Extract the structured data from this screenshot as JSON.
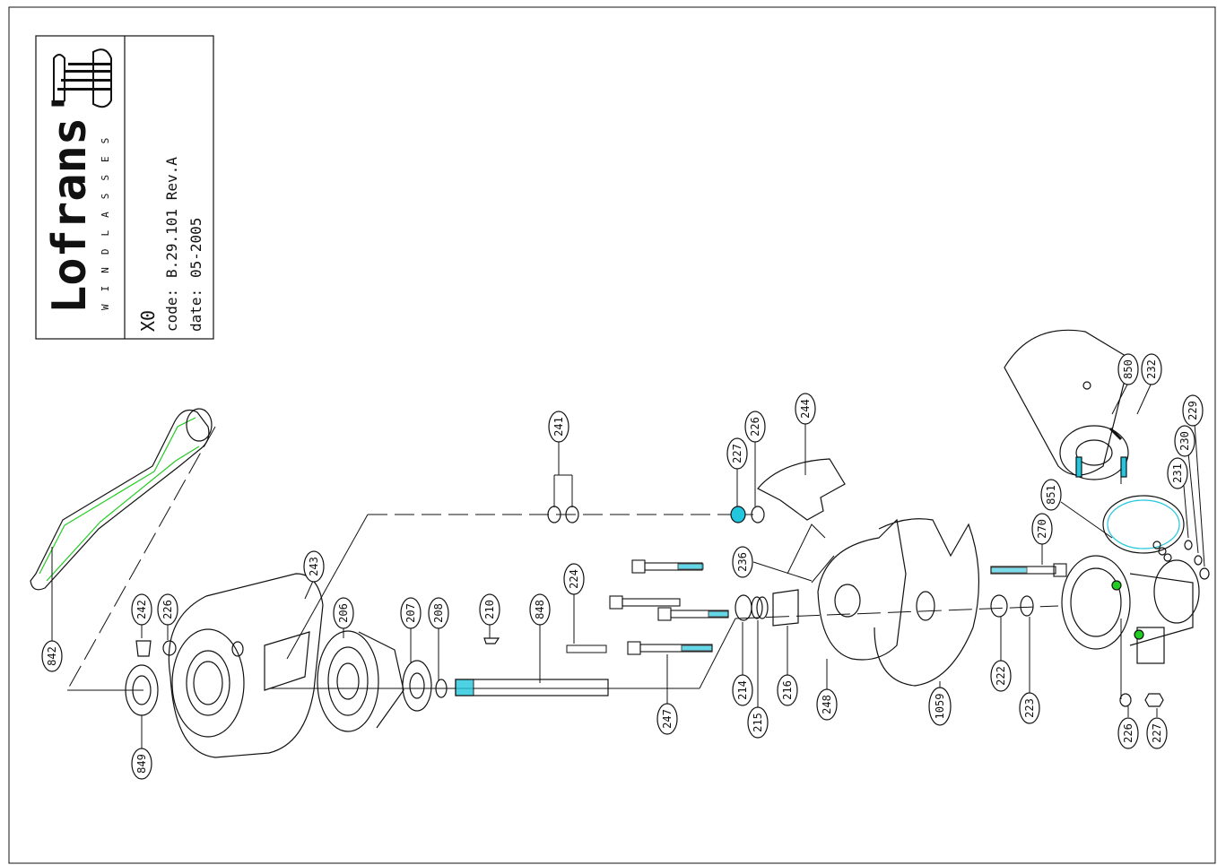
{
  "title_block": {
    "brand": "Lofrans'",
    "brand_sub": "WINDLASSES",
    "model": "X0",
    "code_label": "code:",
    "code_value": "B.29.101 Rev.A",
    "date_label": "date:",
    "date_value": "05-2005"
  },
  "parts": {
    "p842": "842",
    "p849": "849",
    "p242": "242",
    "p226a": "226",
    "p243": "243",
    "p206": "206",
    "p207": "207",
    "p208": "208",
    "p210": "210",
    "p848": "848",
    "p224": "224",
    "p241": "241",
    "p247": "247",
    "p214": "214",
    "p215": "215",
    "p216": "216",
    "p227a": "227",
    "p226b": "226",
    "p244": "244",
    "p236": "236",
    "p248": "248",
    "p1059": "1059",
    "p270": "270",
    "p222": "222",
    "p223": "223",
    "p850": "850",
    "p232": "232",
    "p851": "851",
    "p231": "231",
    "p230": "230",
    "p229": "229",
    "p226c": "226",
    "p227b": "227"
  },
  "colors": {
    "accent_green": "#22cc22",
    "accent_cyan": "#22c6dd",
    "line": "#111111"
  }
}
